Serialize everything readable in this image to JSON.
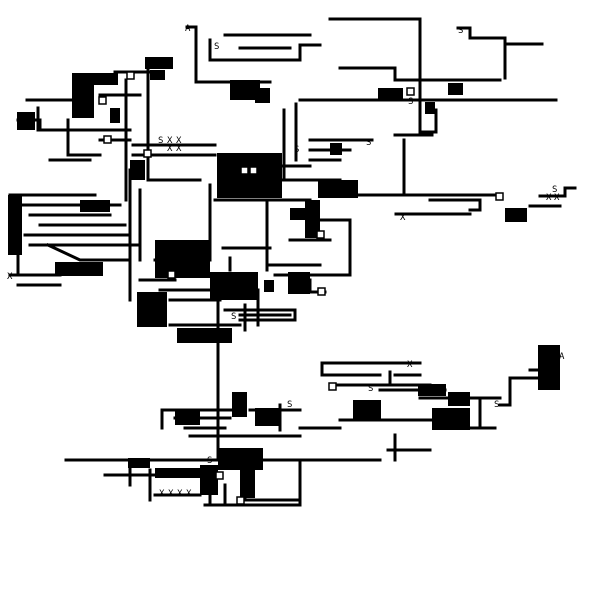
{
  "colors": {
    "background": "#ffffff",
    "ink": "#000000"
  },
  "markers": {
    "s": "S",
    "x": "X",
    "a": "A"
  },
  "elements": [
    "schematic-layout-view"
  ]
}
